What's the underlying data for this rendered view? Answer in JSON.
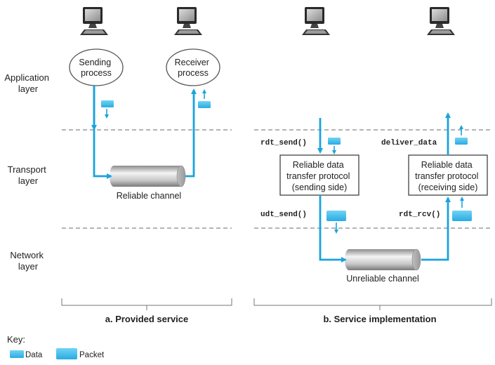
{
  "layers": {
    "application": [
      "Application",
      "layer"
    ],
    "transport": [
      "Transport",
      "layer"
    ],
    "network": [
      "Network",
      "layer"
    ]
  },
  "left": {
    "sending_process": [
      "Sending",
      "process"
    ],
    "receiver_process": [
      "Receiver",
      "process"
    ],
    "channel_label": "Reliable channel",
    "caption": "a. Provided service"
  },
  "right": {
    "rdt_send": "rdt_send()",
    "deliver_data": "deliver_data",
    "udt_send": "udt_send()",
    "rdt_rcv": "rdt_rcv()",
    "sending_box": [
      "Reliable data",
      "transfer protocol",
      "(sending side)"
    ],
    "receiving_box": [
      "Reliable data",
      "transfer protocol",
      "(receiving side)"
    ],
    "channel_label": "Unreliable channel",
    "caption": "b. Service implementation"
  },
  "key": {
    "title": "Key:",
    "data_label": "Data",
    "packet_label": "Packet"
  },
  "colors": {
    "arrow": "#1aa3dd",
    "packet": "#4cc3ee",
    "dashed": "#888888",
    "pipe_mid": "#e6e6e6",
    "pipe_dark": "#9a9a9a"
  },
  "icons": [
    "computer-icon",
    "computer-icon",
    "computer-icon",
    "computer-icon"
  ]
}
